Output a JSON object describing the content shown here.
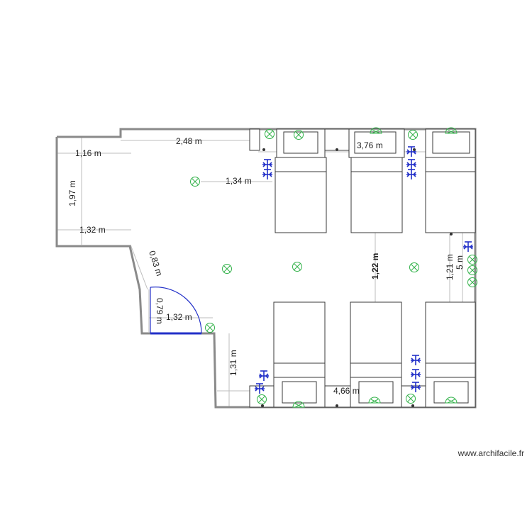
{
  "plan": {
    "dimensions": {
      "top_width": "2,48 m",
      "left_upper": "1,16 m",
      "left_height": "1,97 m",
      "left_lower": "1,32 m",
      "inner_offset": "1,34 m",
      "diagonal": "0,83 m",
      "door_width": "0,79 m",
      "door_landing": "1,32 m",
      "bottom_left_height": "1,31 m",
      "bottom_width": "4,66 m",
      "right_block_width": "3,76 m",
      "aisle": "1,22 m",
      "right_small": "1,21 m",
      "total_height": "5 m"
    },
    "colors": {
      "walls": "#8a8a8a",
      "lights": "#33b24a",
      "outlets": "#2230c8",
      "door": "#2230c8",
      "furniture": "#3a3a3a"
    },
    "icons": [
      "ceiling-light-icon",
      "power-outlet-icon",
      "door-swing-icon",
      "bed",
      "desk"
    ]
  },
  "watermark": "www.archifacile.fr"
}
